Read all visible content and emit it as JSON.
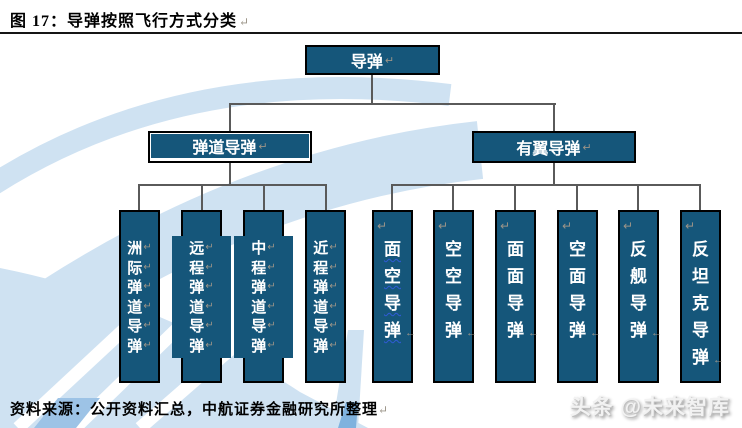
{
  "figure": {
    "label": "图 17：导弹按照飞行方式分类"
  },
  "marks": {
    "return": "↵",
    "tail_arrow": "←"
  },
  "diagram": {
    "root": {
      "label": "导弹"
    },
    "left_branch": {
      "label": "弹道导弹",
      "children": [
        {
          "name": "洲际弹道导弹",
          "chars": [
            "洲",
            "际",
            "弹",
            "道",
            "导",
            "弹"
          ],
          "wide": false
        },
        {
          "name": "远程弹道导弹",
          "chars": [
            "远",
            "程",
            "弹",
            "道",
            "导",
            "弹"
          ],
          "wide": true
        },
        {
          "name": "中程弹道导弹",
          "chars": [
            "中",
            "程",
            "弹",
            "道",
            "导",
            "弹"
          ],
          "wide": true
        },
        {
          "name": "近程弹道导弹",
          "chars": [
            "近",
            "程",
            "弹",
            "道",
            "导",
            "弹"
          ],
          "wide": false
        }
      ]
    },
    "right_branch": {
      "label": "有翼导弹",
      "children": [
        {
          "name": "面空导弹",
          "chars": [
            "面",
            "空",
            "导",
            "弹"
          ],
          "wavy": true
        },
        {
          "name": "空空导弹",
          "chars": [
            "空",
            "空",
            "导",
            "弹"
          ],
          "wavy": false
        },
        {
          "name": "面面导弹",
          "chars": [
            "面",
            "面",
            "导",
            "弹"
          ],
          "wavy": false
        },
        {
          "name": "空面导弹",
          "chars": [
            "空",
            "面",
            "导",
            "弹"
          ],
          "wavy": false
        },
        {
          "name": "反舰导弹",
          "chars": [
            "反",
            "舰",
            "导",
            "弹"
          ],
          "wavy": false
        },
        {
          "name": "反坦克导弹",
          "chars": [
            "反",
            "坦",
            "克",
            "导",
            "弹"
          ],
          "wavy": false
        }
      ]
    }
  },
  "source": {
    "text": "资料来源：公开资料汇总，中航证券金融研究所整理"
  },
  "watermark": {
    "text": "头条 @未来智库"
  },
  "colors": {
    "box_fill": "#15567A",
    "box_border": "#000000",
    "connector": "#5A5A5A",
    "mark_gray": "#9B9488",
    "swoosh_light": "#CFE2F2",
    "swoosh_medium": "#9DC3E6",
    "swoosh_deep": "#7FB2DE"
  }
}
